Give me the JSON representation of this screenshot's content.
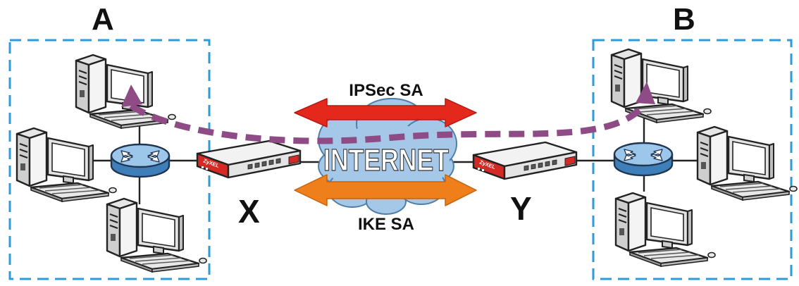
{
  "sites": {
    "a": {
      "label": "A"
    },
    "b": {
      "label": "B"
    }
  },
  "gateways": {
    "x": {
      "label": "X",
      "brand": "ZyXEL"
    },
    "y": {
      "label": "Y",
      "brand": "ZyXEL"
    }
  },
  "cloud": {
    "label": "INTERNET"
  },
  "tunnels": {
    "ipsec": {
      "label": "IPSec SA",
      "color": "#e4281c"
    },
    "ike": {
      "label": "IKE SA",
      "color": "#ef7f1a"
    }
  },
  "colors": {
    "site_border": "#2e9ad8",
    "traffic_path": "#8e4b86",
    "cloud": "#a6c8e8",
    "router": "#4a8fc8",
    "gateway_accent": "#d42a25"
  },
  "icons": {
    "computer": "desktop-computer-icon",
    "router": "router-icon",
    "gateway": "firewall-appliance-icon",
    "cloud": "internet-cloud-icon"
  }
}
